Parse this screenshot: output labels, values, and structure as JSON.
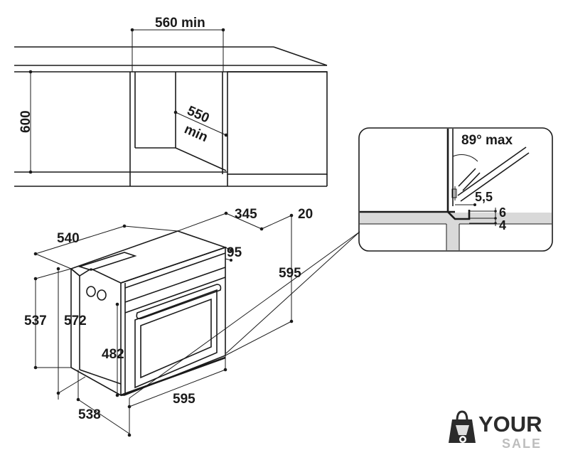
{
  "diagram": {
    "labels": {
      "cabinet_width": "560 min",
      "cabinet_height": "600",
      "cabinet_depth_line1": "550",
      "cabinet_depth_line2": "min",
      "oven_top_depth": "540",
      "panel_depth": "345",
      "panel_offset": "20",
      "front_gap": "95",
      "oven_height_right": "595",
      "side_height_outer": "537",
      "side_height_inner": "572",
      "door_height": "482",
      "oven_width": "595",
      "base_depth": "538"
    },
    "detail": {
      "angle": "89° max",
      "gap": "5,5",
      "dim_6": "6",
      "dim_4": "4"
    }
  },
  "logo": {
    "word": "YOUR",
    "sub": "SALE"
  },
  "colors": {
    "line": "#1a1a1a",
    "counter_fill": "#d9d9d9",
    "logo_dark": "#2b2b2b",
    "logo_light": "#bdbdbd"
  }
}
